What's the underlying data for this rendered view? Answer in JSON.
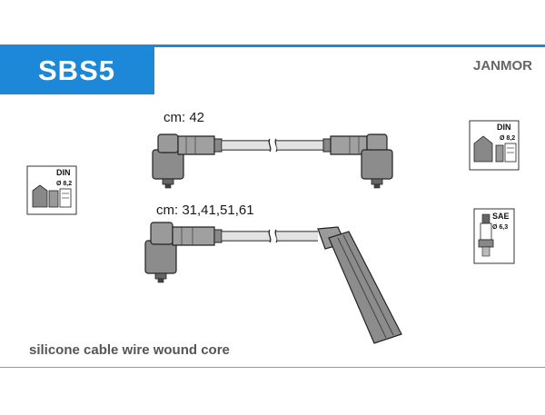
{
  "header": {
    "product_code": "SBS5",
    "brand": "JANMOR",
    "accent_color": "#1e88d8"
  },
  "cables": [
    {
      "label": "cm: 42"
    },
    {
      "label": "cm: 31,41,51,61"
    }
  ],
  "badges": {
    "left_din": {
      "standard": "DIN",
      "diameter": "Ø 8,2"
    },
    "right_din": {
      "standard": "DIN",
      "diameter": "Ø 8,2"
    },
    "right_sae": {
      "standard": "SAE",
      "diameter": "Ø 6,3"
    }
  },
  "footer": {
    "description": "silicone cable wire wound core"
  }
}
